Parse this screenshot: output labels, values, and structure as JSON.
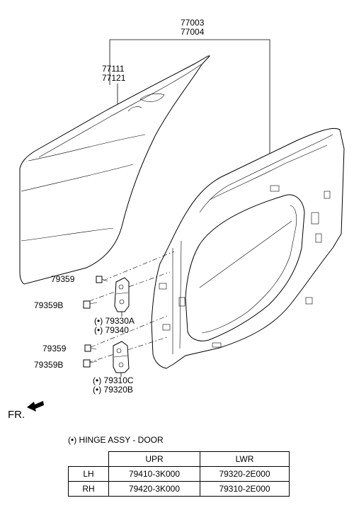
{
  "labels": {
    "assy_a": "77003",
    "assy_b": "77004",
    "panel_a": "77111",
    "panel_b": "77121",
    "bolt_upper_1": "79359",
    "bolt_upper_2": "79359B",
    "hinge_upper_1": "(•) 79330A",
    "hinge_upper_2": "(•) 79340",
    "bolt_lower_1": "79359",
    "bolt_lower_2": "79359B",
    "hinge_lower_1": "(•) 79310C",
    "hinge_lower_2": "(•) 79320B",
    "front": "FR."
  },
  "legend": "(•) HINGE ASSY - DOOR",
  "table": {
    "columns": [
      "",
      "UPR",
      "LWR"
    ],
    "rows": [
      [
        "LH",
        "79410-3K000",
        "79320-2E000"
      ],
      [
        "RH",
        "79420-3K000",
        "79310-2E000"
      ]
    ]
  }
}
